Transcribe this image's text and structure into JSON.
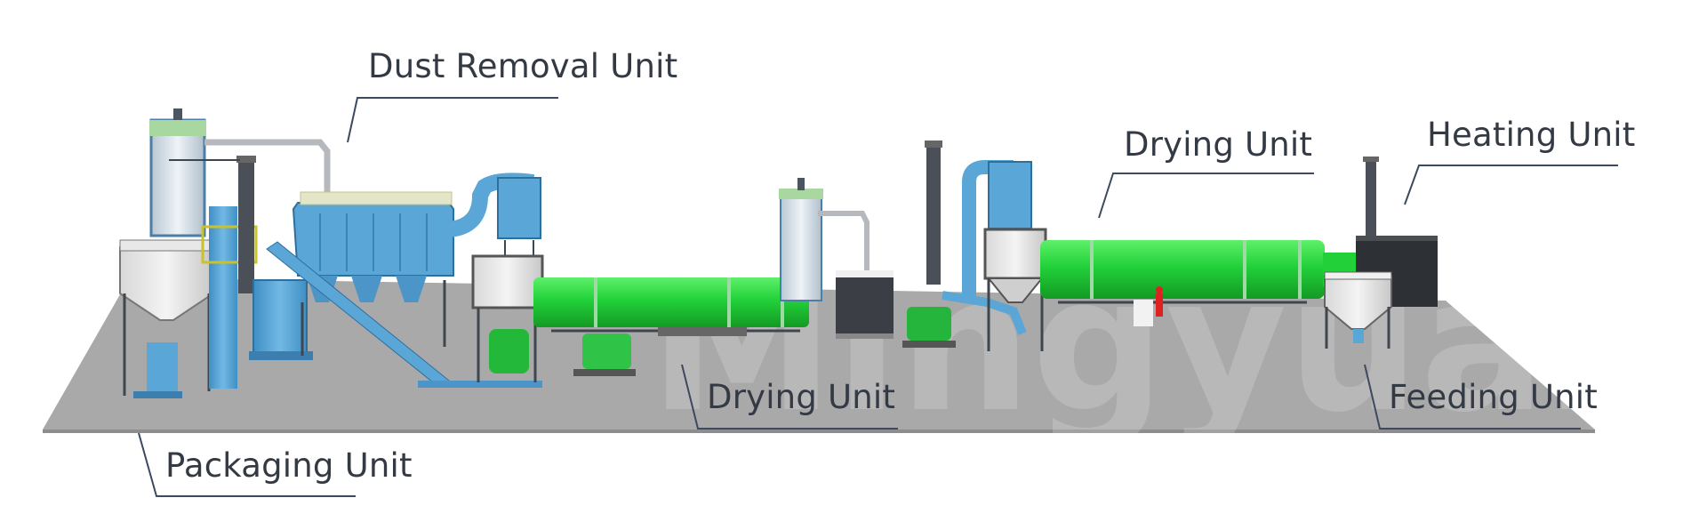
{
  "colors": {
    "dryer_green": "#22d13a",
    "machine_blue": "#5aa6d6",
    "floor": "#a9a9aa",
    "label_text": "#333a44",
    "leader_line": "#3b4a5e"
  },
  "labels": {
    "dust_removal": "Dust Removal Unit",
    "drying_top": "Drying Unit",
    "heating": "Heating Unit",
    "drying_bottom": "Drying Unit",
    "feeding": "Feeding Unit",
    "packaging": "Packaging Unit"
  },
  "watermark": "Mingyuan"
}
